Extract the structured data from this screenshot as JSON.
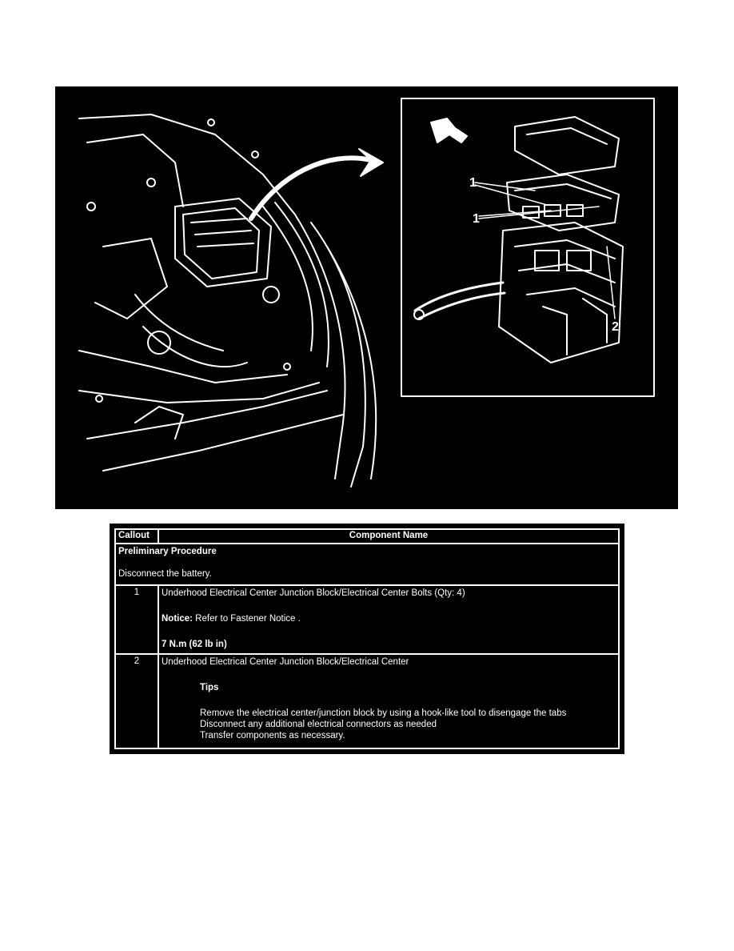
{
  "figure": {
    "inset_labels": {
      "callout_1": "1",
      "callout_2": "2"
    }
  },
  "table": {
    "headers": {
      "callout": "Callout",
      "component_name": "Component Name"
    },
    "preliminary": {
      "title": "Preliminary Procedure",
      "text": "Disconnect the battery."
    },
    "rows": [
      {
        "callout": "1",
        "name": "Underhood Electrical Center Junction Block/Electrical Center Bolts (Qty: 4)",
        "notice_label": "Notice:",
        "notice_text": " Refer to Fastener Notice .",
        "torque": "7 N.m (62 lb in)"
      },
      {
        "callout": "2",
        "name": "Underhood Electrical Center Junction Block/Electrical Center",
        "tips_title": "Tips",
        "tips": [
          "Remove the electrical center/junction block by using a hook-like tool to disengage the tabs",
          "Disconnect any additional electrical connectors as needed",
          "Transfer components as necessary."
        ]
      }
    ]
  }
}
